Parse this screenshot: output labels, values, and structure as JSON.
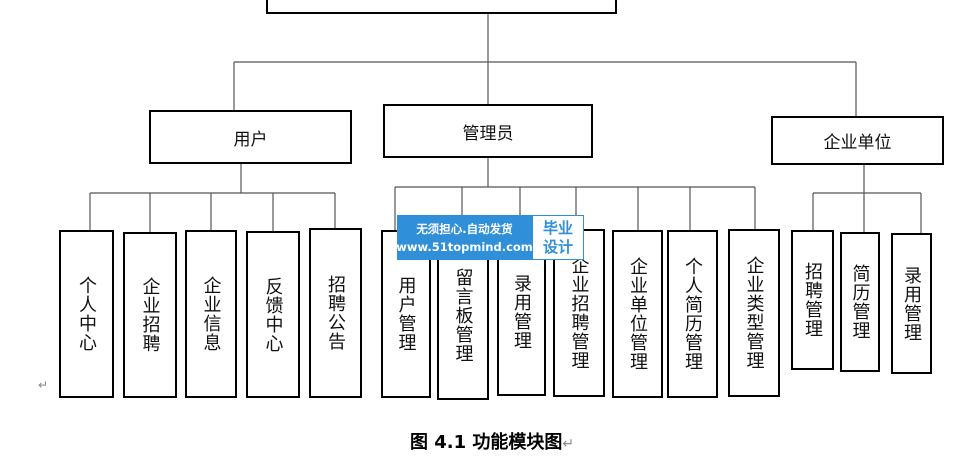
{
  "diagram": {
    "top_node": {
      "label": ""
    },
    "branches": [
      {
        "label": "用户",
        "children": [
          "个人中心",
          "企业招聘",
          "企业信息",
          "反馈中心",
          "招聘公告"
        ]
      },
      {
        "label": "管理员",
        "children": [
          "用户管理",
          "留言板管理",
          "录用管理",
          "企业招聘管理",
          "企业单位管理",
          "个人简历管理",
          "企业类型管理"
        ]
      },
      {
        "label": "企业单位",
        "children": [
          "招聘管理",
          "简历管理",
          "录用管理"
        ]
      }
    ],
    "caption": "图 4.1  功能模块图",
    "return_mark": "↵"
  },
  "watermark": {
    "line1": "无须担心.自动发货",
    "line2": "www.51topmind.com",
    "badge_line1": "毕业",
    "badge_line2": "设计"
  }
}
